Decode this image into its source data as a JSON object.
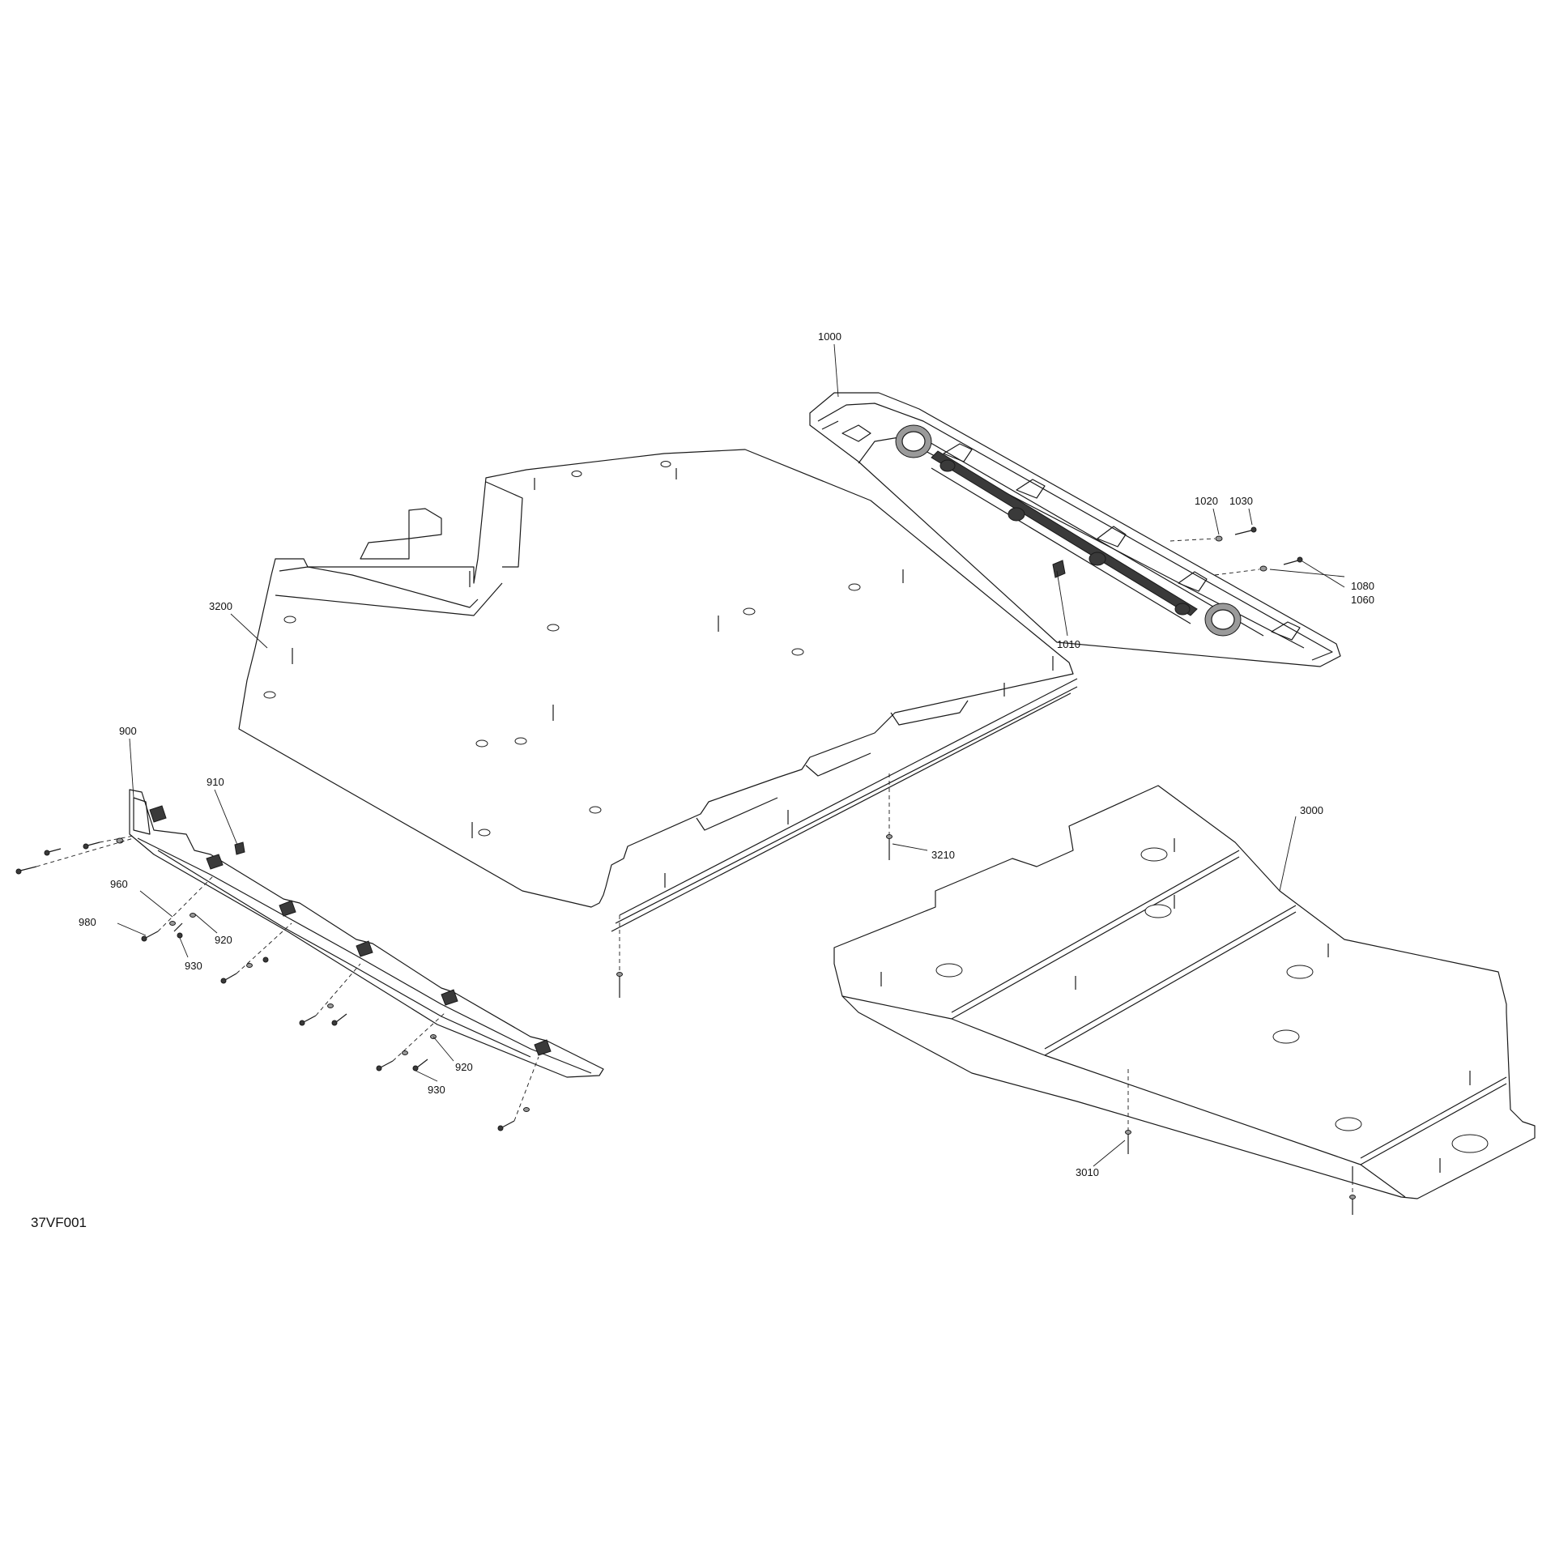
{
  "figure_id": "37VF001",
  "callouts": {
    "c1000": "1000",
    "c1010": "1010",
    "c1020": "1020",
    "c1030": "1030",
    "c1060": "1060",
    "c1080": "1080",
    "c3200": "3200",
    "c3210": "3210",
    "c3000": "3000",
    "c3010": "3010",
    "c900": "900",
    "c910": "910",
    "c960": "960",
    "c980": "980",
    "c920a": "920",
    "c930a": "930",
    "c920b": "920",
    "c930b": "930"
  }
}
